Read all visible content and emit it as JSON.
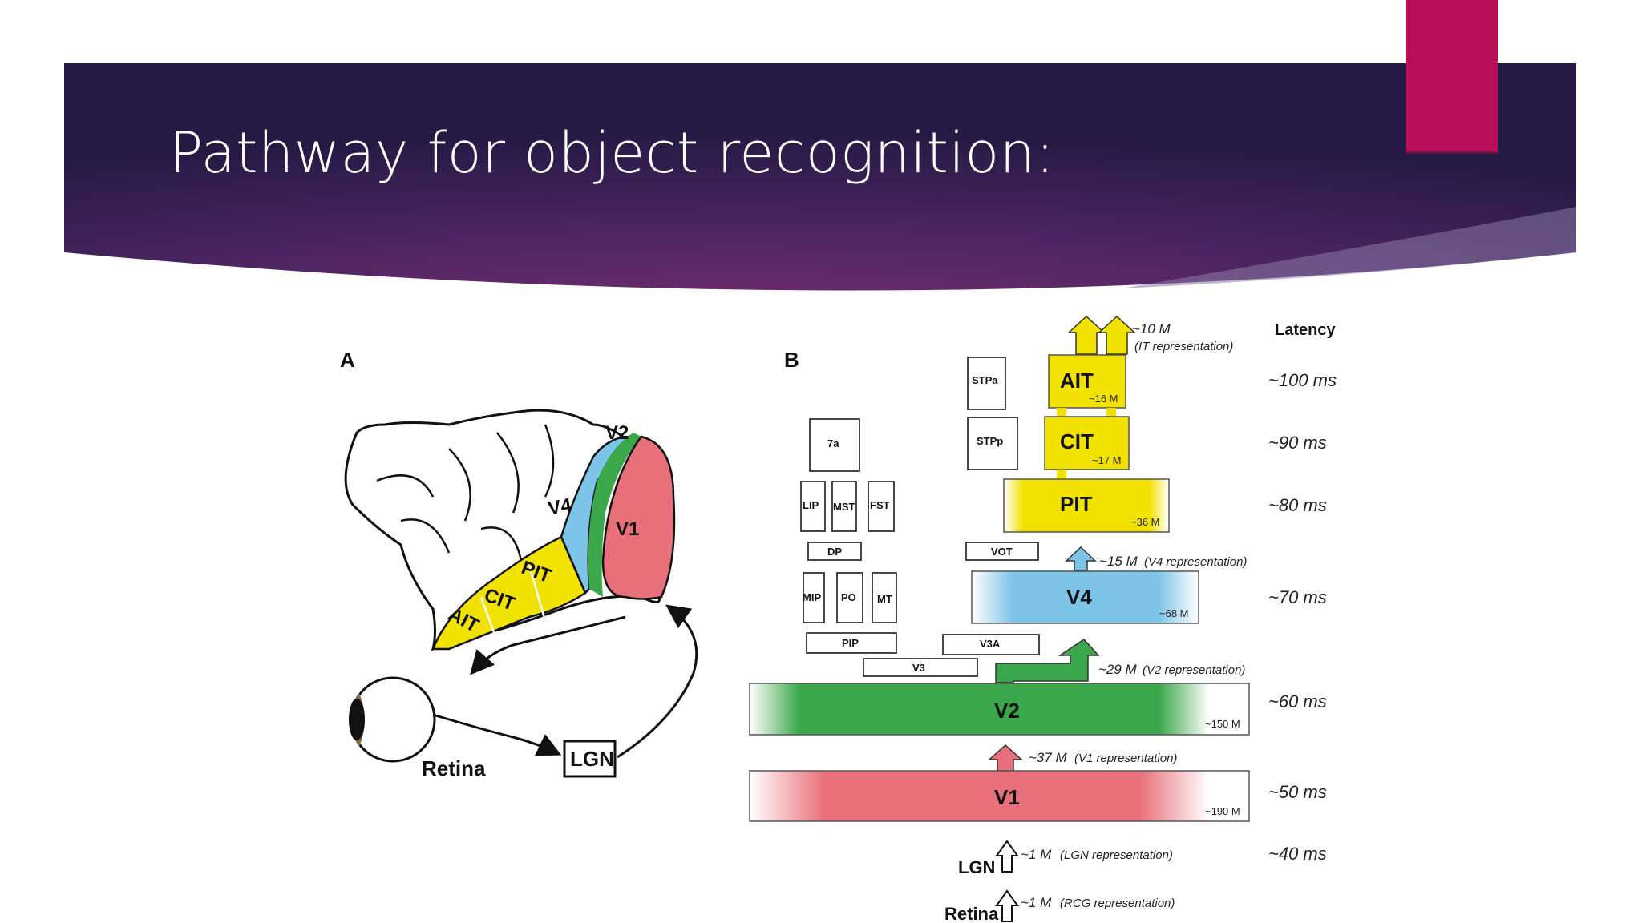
{
  "slide": {
    "title": "Pathway for object recognition:",
    "colors": {
      "banner_dark": "#2a1b4a",
      "banner_mid": "#5c2a6a",
      "accent_tab": "#b81058"
    }
  },
  "panel_a": {
    "label": "A",
    "regions": [
      "V2",
      "V4",
      "V1",
      "PIT",
      "CIT",
      "AIT"
    ],
    "retina": "Retina",
    "lgn": "LGN"
  },
  "panel_b": {
    "label": "B",
    "latency_header": "Latency",
    "latencies": [
      "~100 ms",
      "~90 ms",
      "~80 ms",
      "~70 ms",
      "~60 ms",
      "~50 ms",
      "~40 ms"
    ],
    "areas": {
      "ait": "AIT",
      "ait_size": "~16 M",
      "cit": "CIT",
      "cit_size": "~17 M",
      "pit": "PIT",
      "pit_size": "~36 M",
      "v4": "V4",
      "v4_size": "~68 M",
      "v2": "V2",
      "v2_size": "~150 M",
      "v1": "V1",
      "v1_size": "~190 M",
      "lgn": "LGN",
      "retina": "Retina"
    },
    "dorsal": {
      "stpa": "STPa",
      "stpp": "STPp",
      "a7": "7a",
      "lip": "LIP",
      "mst": "MST",
      "fst": "FST",
      "dp": "DP",
      "vot": "VOT",
      "mip": "MIP",
      "po": "PO",
      "mt": "MT",
      "pip": "PIP",
      "v3a": "V3A",
      "v3": "V3"
    },
    "annotations": {
      "it": "~10 M",
      "it_note": "(IT representation)",
      "v4": "~15 M",
      "v4_note": "(V4 representation)",
      "v2": "~29 M",
      "v2_note": "(V2 representation)",
      "v1": "~37 M",
      "v1_note": "(V1 representation)",
      "lgn": "~1 M",
      "lgn_note": "(LGN representation)",
      "rcg": "~1 M",
      "rcg_note": "(RCG representation)"
    },
    "colors": {
      "yellow": "#f2e200",
      "blue": "#7cc4e8",
      "green": "#3aa84a",
      "red": "#e8707a"
    }
  }
}
